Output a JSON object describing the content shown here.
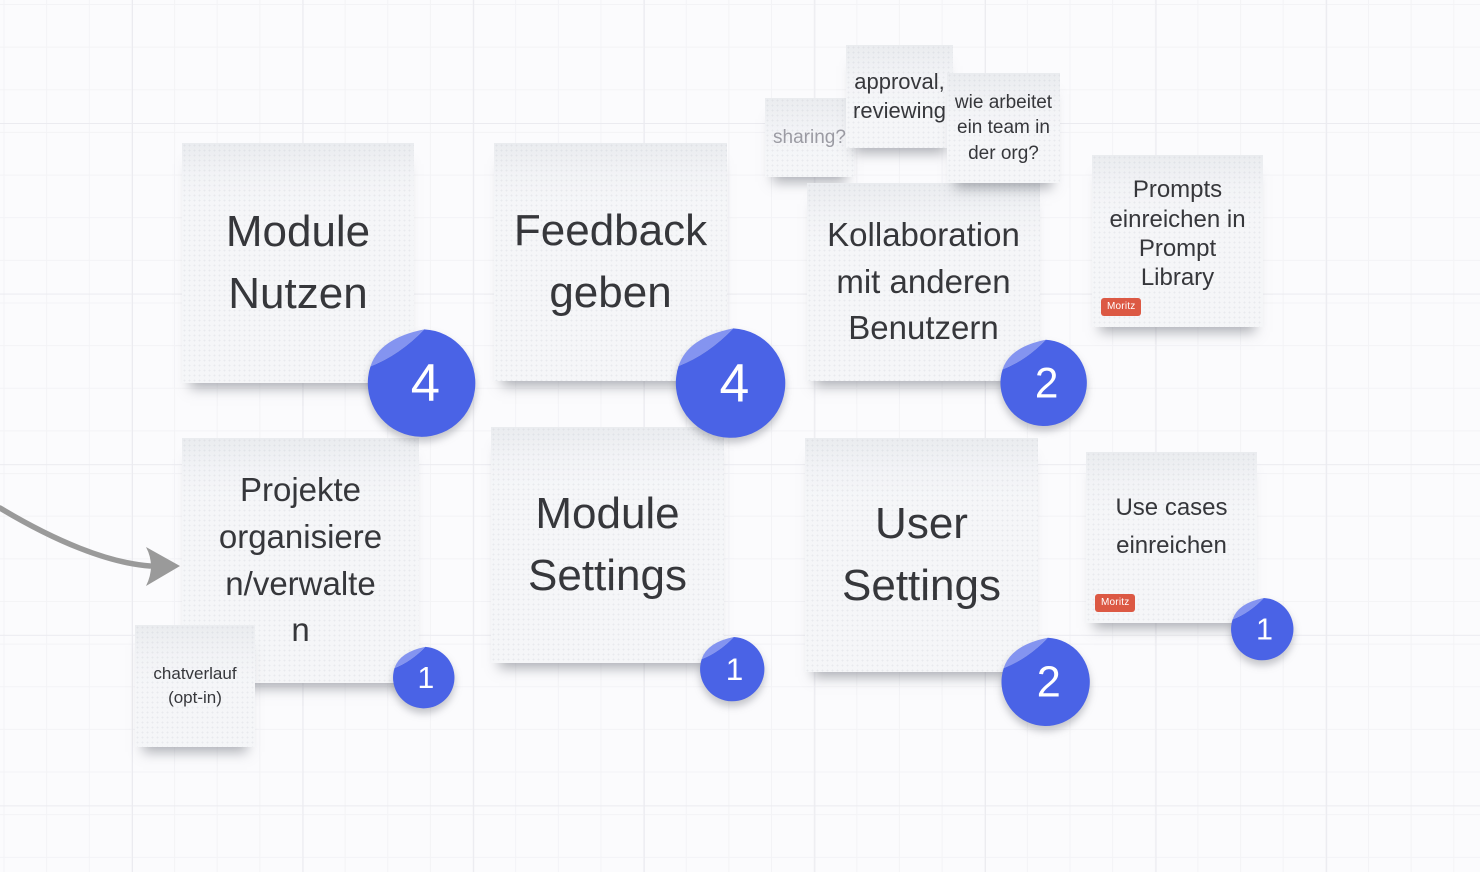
{
  "board": {
    "type": "whiteboard-canvas",
    "grid": "on"
  },
  "colors": {
    "badge_blue": "#4a63e6",
    "badge_blue_light": "#8494f0",
    "tag_orange": "#dc5944",
    "arrow_gray": "#9a9a9a",
    "note_bg": "#f5f6f8",
    "note_text": "#36373b",
    "faded_text": "#9b9ba3"
  },
  "notes": {
    "module_nutzen": {
      "text": "Module\nNutzen",
      "count": "4"
    },
    "feedback_geben": {
      "text": "Feedback\ngeben",
      "count": "4"
    },
    "kollaboration": {
      "text": "Kollaboration\nmit anderen\nBenutzern",
      "count": "2"
    },
    "prompts_einreichen": {
      "text": "Prompts\neinreichen in\nPrompt\nLibrary",
      "tag": "Moritz"
    },
    "sharing": {
      "text": "sharing?"
    },
    "approval": {
      "text": "approval,\nreviewing"
    },
    "wie_arbeitet": {
      "text": "wie arbeitet\nein team in\nder org?"
    },
    "projekte": {
      "text": "Projekte\norganisiere\nn/verwalte\nn",
      "count": "1"
    },
    "chatverlauf": {
      "text": "chatverlauf\n(opt-in)"
    },
    "module_settings": {
      "text": "Module\nSettings",
      "count": "1"
    },
    "user_settings": {
      "text": "User\nSettings",
      "count": "2"
    },
    "use_cases": {
      "text": "Use cases\neinreichen",
      "tag": "Moritz",
      "count": "1"
    }
  }
}
